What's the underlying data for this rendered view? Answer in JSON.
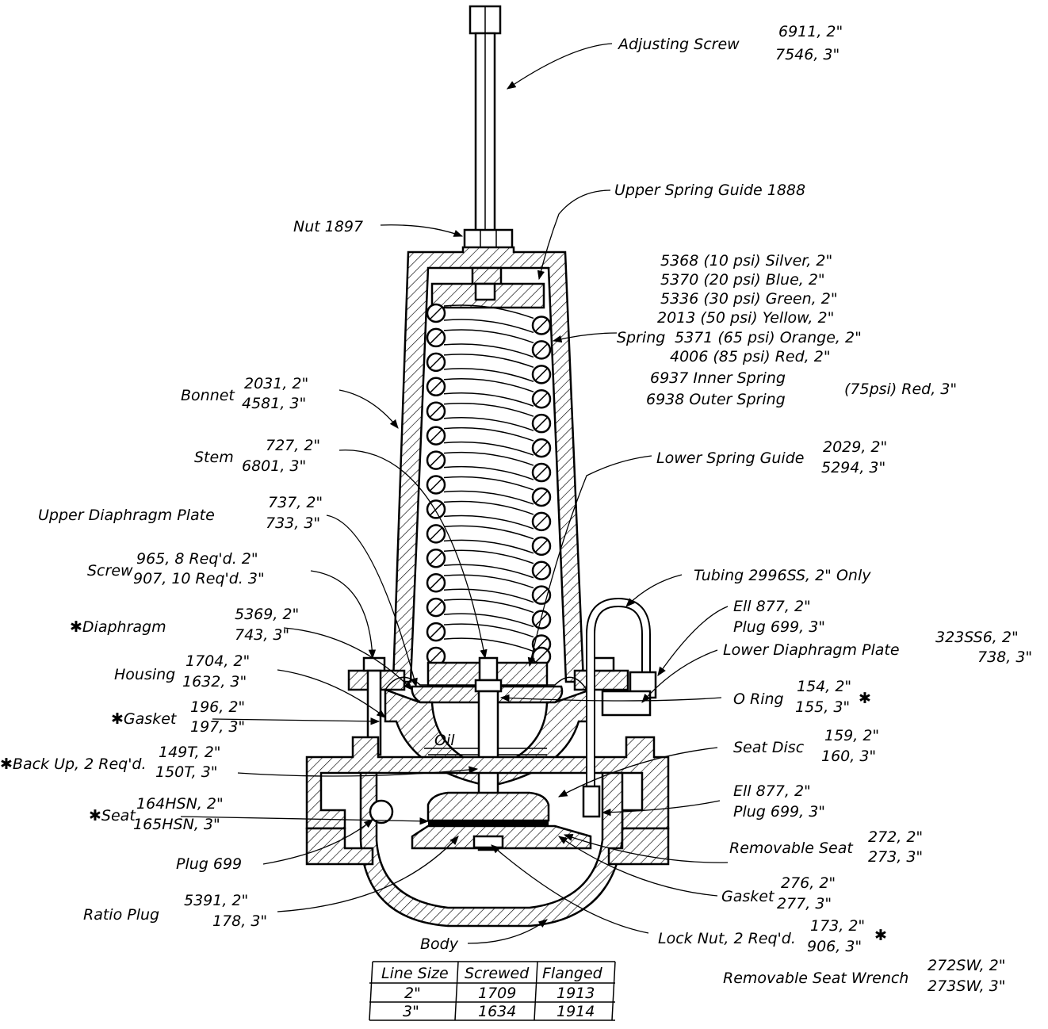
{
  "labels": {
    "adjusting_screw": {
      "name": "Adjusting Screw",
      "l1": "6911, 2\"",
      "l2": "7546, 3\""
    },
    "upper_spring_guide": "Upper Spring Guide 1888",
    "nut": "Nut 1897",
    "spring": {
      "name": "Spring",
      "lines": [
        "5368 (10 psi) Silver, 2\"",
        "5370 (20 psi) Blue, 2\"",
        "5336 (30 psi) Green, 2\"",
        "2013 (50 psi) Yellow, 2\"",
        "5371 (65 psi) Orange, 2\"",
        "4006 (85 psi) Red, 2\""
      ],
      "inner": "6937 Inner Spring",
      "outer": "6938 Outer Spring",
      "inner_outer_suffix": "(75psi) Red, 3\""
    },
    "bonnet": {
      "name": "Bonnet",
      "l1": "2031, 2\"",
      "l2": "4581, 3\""
    },
    "stem": {
      "name": "Stem",
      "l1": "727, 2\"",
      "l2": "6801, 3\""
    },
    "lower_spring_guide": {
      "name": "Lower Spring Guide",
      "l1": "2029, 2\"",
      "l2": "5294, 3\""
    },
    "upper_diaphragm_plate": {
      "name": "Upper Diaphragm Plate",
      "l1": "737, 2\"",
      "l2": "733, 3\""
    },
    "tubing": "Tubing 2996SS, 2\" Only",
    "screw": {
      "name": "Screw",
      "l1": "965, 8 Req'd. 2\"",
      "l2": "907, 10 Req'd. 3\""
    },
    "ell_upper": {
      "l1": "Ell 877, 2\"",
      "l2": "Plug 699, 3\""
    },
    "diaphragm": {
      "name": "✱Diaphragm",
      "l1": "5369, 2\"",
      "l2": "743, 3\""
    },
    "lower_diaphragm_plate": {
      "name": "Lower Diaphragm Plate",
      "l1": "323SS6, 2\"",
      "l2": "738, 3\""
    },
    "housing": {
      "name": "Housing",
      "l1": "1704, 2\"",
      "l2": "1632, 3\""
    },
    "o_ring": {
      "name": "O Ring",
      "l1": "154, 2\"",
      "l2": "155, 3\"",
      "mark": "✱"
    },
    "gasket_upper": {
      "name": "✱Gasket",
      "l1": "196, 2\"",
      "l2": "197, 3\""
    },
    "oil": "Oil",
    "seat_disc": {
      "name": "Seat Disc",
      "l1": "159, 2\"",
      "l2": "160, 3\""
    },
    "back_up": {
      "name": "✱Back Up, 2 Req'd.",
      "l1": "149T, 2\"",
      "l2": "150T, 3\""
    },
    "ell_lower": {
      "l1": "Ell 877, 2\"",
      "l2": "Plug 699, 3\""
    },
    "seat": {
      "name": "✱Seat",
      "l1": "164HSN, 2\"",
      "l2": "165HSN, 3\""
    },
    "removable_seat": {
      "name": "Removable Seat",
      "l1": "272, 2\"",
      "l2": "273, 3\""
    },
    "plug": "Plug 699",
    "gasket_lower": {
      "name": "Gasket",
      "l1": "276, 2\"",
      "l2": "277, 3\""
    },
    "ratio_plug": {
      "name": "Ratio Plug",
      "l1": "5391, 2\"",
      "l2": "178, 3\""
    },
    "lock_nut": {
      "name": "Lock Nut, 2 Req'd.",
      "l1": "173, 2\"",
      "l2": "906, 3\"",
      "mark": "✱"
    },
    "body": "Body",
    "removable_seat_wrench": {
      "name": "Removable Seat Wrench",
      "l1": "272SW, 2\"",
      "l2": "273SW, 3\""
    }
  },
  "table": {
    "headers": [
      "Line Size",
      "Screwed",
      "Flanged"
    ],
    "rows": [
      [
        "2\"",
        "1709",
        "1913"
      ],
      [
        "3\"",
        "1634",
        "1914"
      ]
    ]
  }
}
